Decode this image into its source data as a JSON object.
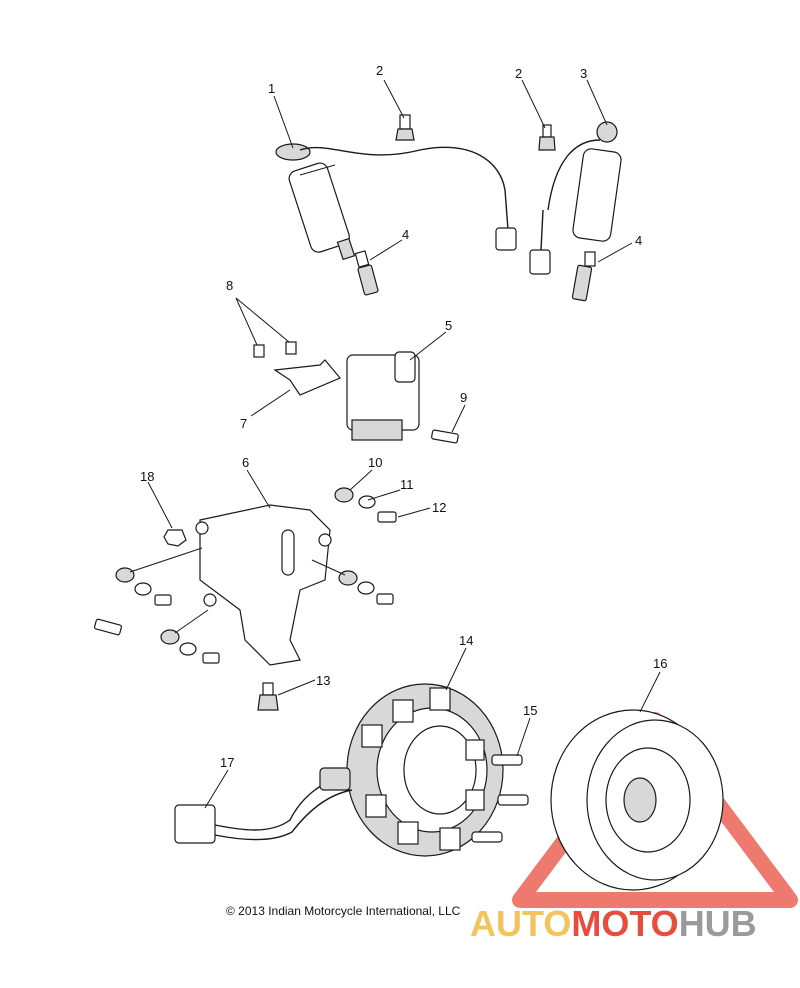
{
  "callouts": {
    "c1": "1",
    "c2a": "2",
    "c2b": "2",
    "c3": "3",
    "c4a": "4",
    "c4b": "4",
    "c5": "5",
    "c6": "6",
    "c7": "7",
    "c8": "8",
    "c9": "9",
    "c10": "10",
    "c11": "11",
    "c12": "12",
    "c13": "13",
    "c14": "14",
    "c15": "15",
    "c16": "16",
    "c17": "17",
    "c18": "18"
  },
  "copyright": "© 2013 Indian Motorcycle International, LLC",
  "watermark": {
    "part1": "AUTO",
    "part2": "MOTO",
    "part3": "HUB",
    "colors": {
      "auto": "#f3c45b",
      "moto": "#e84c3d",
      "hub": "#9a9a9a",
      "triangle": "#e84c3d"
    }
  }
}
